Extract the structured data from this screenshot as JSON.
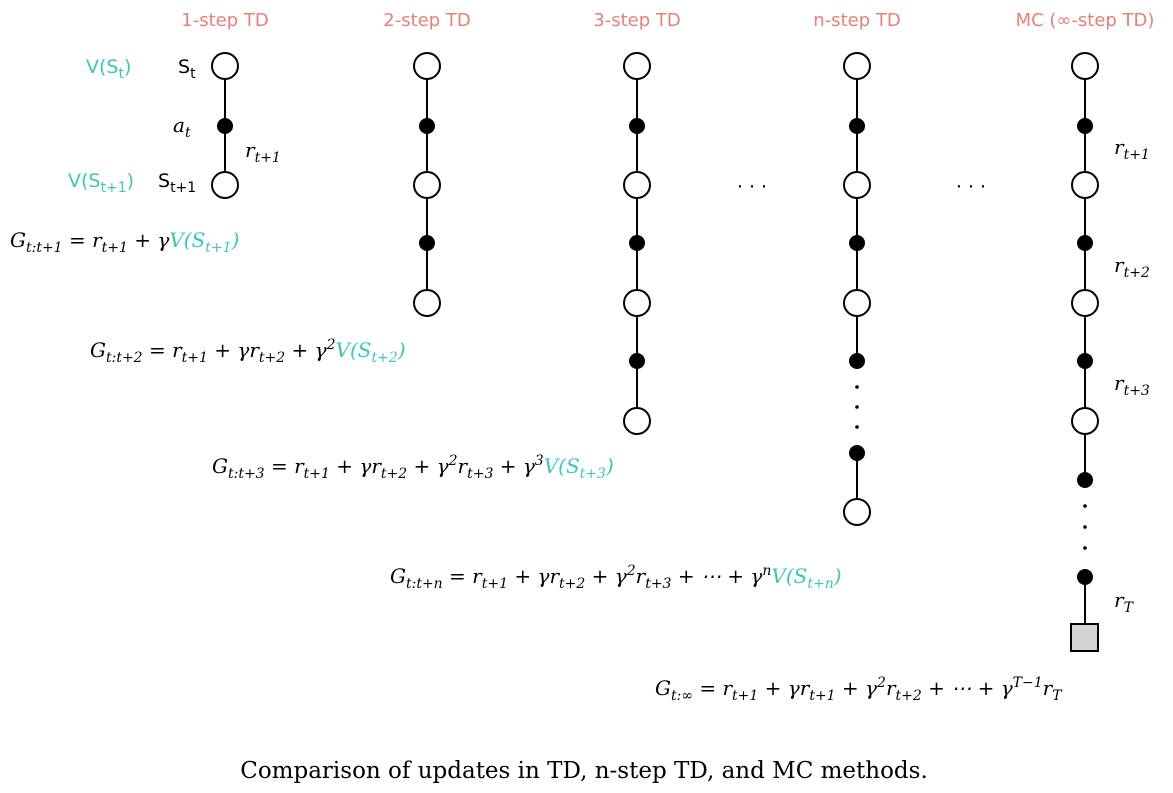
{
  "columns": [
    {
      "title": "1-step TD"
    },
    {
      "title": "2-step TD"
    },
    {
      "title": "3-step TD"
    },
    {
      "title": "n-step TD"
    },
    {
      "title": "MC (∞-step TD)"
    }
  ],
  "left_labels": {
    "v_st": {
      "main": "V(S",
      "sub": "t",
      "close": ")"
    },
    "s_t": {
      "main": "S",
      "sub": "t"
    },
    "a_t": {
      "main": "a",
      "sub": "t"
    },
    "r_t1": {
      "main": "r",
      "sub": "t+1"
    },
    "v_st1": {
      "main": "V(S",
      "sub": "t+1",
      "close": ")"
    },
    "s_t1": {
      "main": "S",
      "sub": "t+1"
    }
  },
  "mc_rewards": [
    {
      "main": "r",
      "sub": "t+1"
    },
    {
      "main": "r",
      "sub": "t+2"
    },
    {
      "main": "r",
      "sub": "t+3"
    },
    {
      "main": "r",
      "sub": "T"
    }
  ],
  "ellipsis": "· · ·",
  "equations": {
    "g1": {
      "lhs": "G",
      "lhs_sub": "t:t+1",
      "body": " = r",
      "b1": "t+1",
      "b2": " + γ",
      "teal": "V(S",
      "teal_sub": "t+1",
      "teal_close": ")"
    },
    "g2": {
      "lhs": "G",
      "lhs_sub": "t:t+2",
      "p1": " = r",
      "s1": "t+1",
      "p2": " + γr",
      "s2": "t+2",
      "p3": " + γ",
      "sup1": "2",
      "teal": "V(S",
      "teal_sub": "t+2",
      "teal_close": ")"
    },
    "g3": {
      "lhs": "G",
      "lhs_sub": "t:t+3",
      "p1": " = r",
      "s1": "t+1",
      "p2": " + γr",
      "s2": "t+2",
      "p3": " + γ",
      "sup1": "2",
      "p4": "r",
      "s3": "t+3",
      "p5": " + γ",
      "sup2": "3",
      "teal": "V(S",
      "teal_sub": "t+3",
      "teal_close": ")"
    },
    "gn": {
      "lhs": "G",
      "lhs_sub": "t:t+n",
      "p1": " = r",
      "s1": "t+1",
      "p2": " + γr",
      "s2": "t+2",
      "p3": " + γ",
      "sup1": "2",
      "p4": "r",
      "s3": "t+3",
      "p5": " + ⋯ + γ",
      "sup2": "n",
      "teal": "V(S",
      "teal_sub": "t+n",
      "teal_close": ")"
    },
    "ginf": {
      "lhs": "G",
      "lhs_sub": "t:∞",
      "p1": " = r",
      "s1": "t+1",
      "p2": " + γr",
      "s2": "t+1",
      "p3": " + γ",
      "sup1": "2",
      "p4": "r",
      "s3": "t+2",
      "p5": " + ⋯ + γ",
      "sup2": "T−1",
      "p6": "r",
      "s4": "T"
    }
  },
  "caption": "Comparison of updates in TD, n-step TD, and MC methods.",
  "colors": {
    "title": "#e8807a",
    "teal": "#3cc8b0",
    "terminal": "#d4d4d4"
  }
}
